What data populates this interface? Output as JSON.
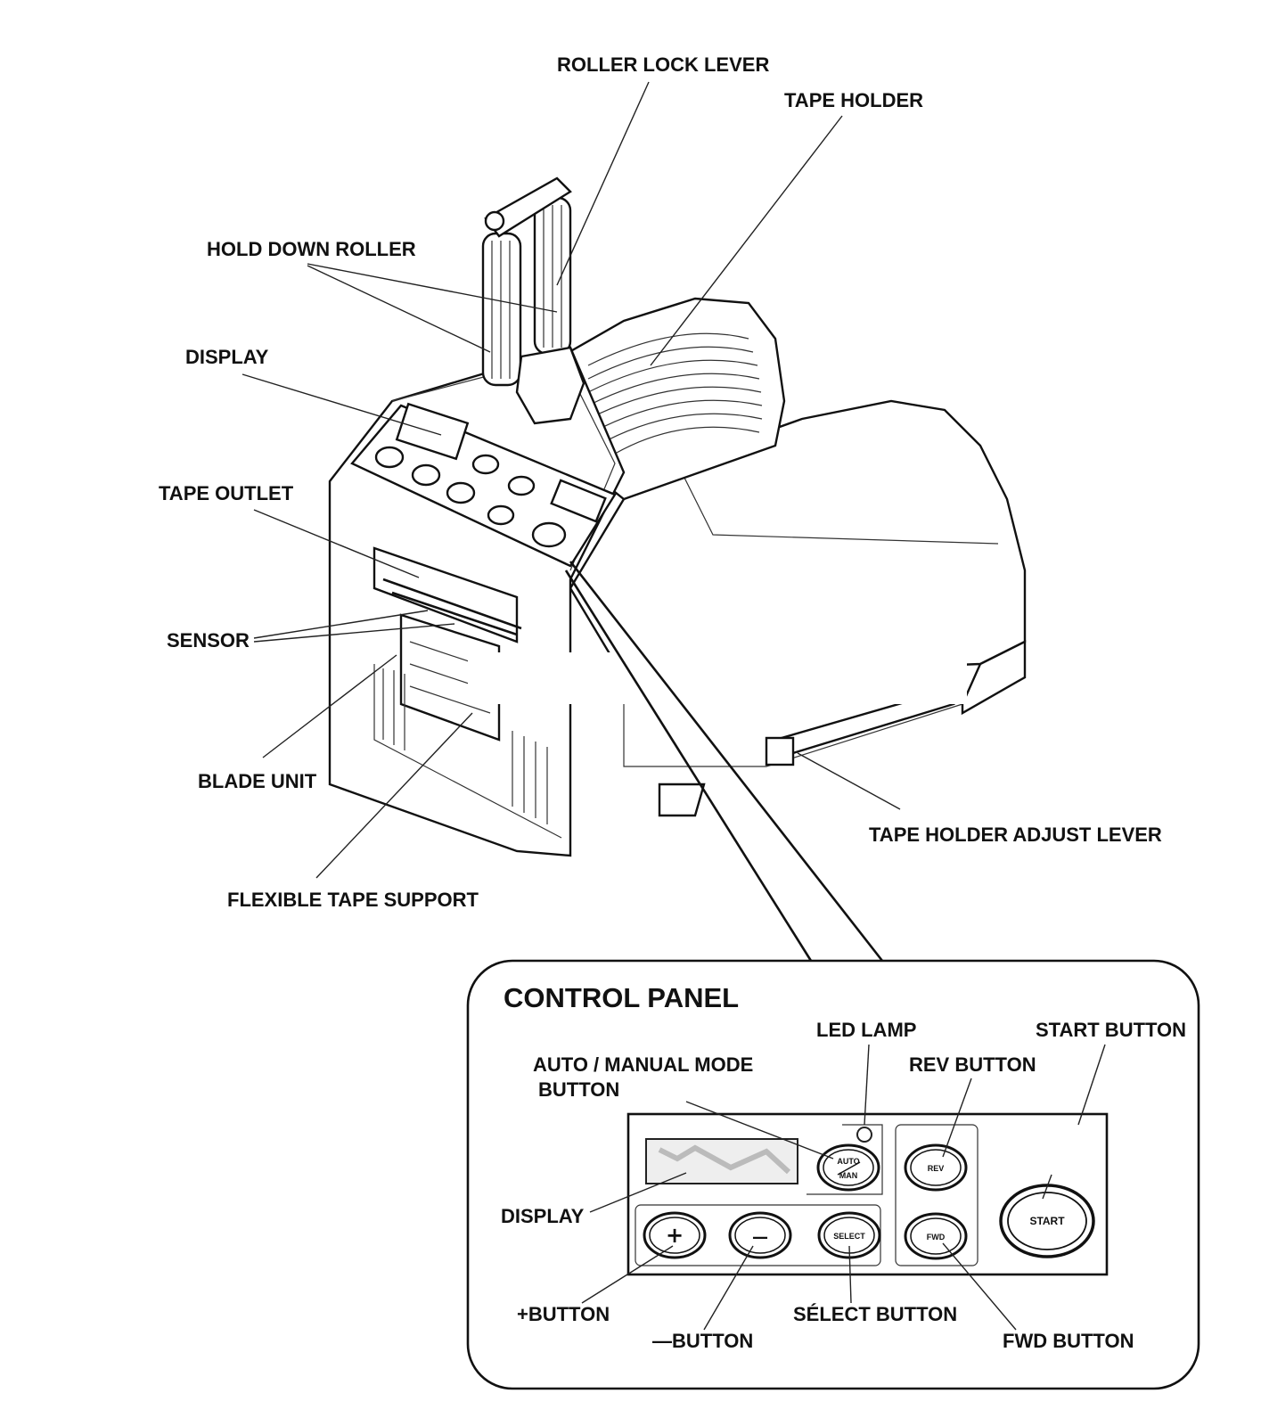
{
  "callouts": {
    "roller_lock_lever": "ROLLER LOCK LEVER",
    "tape_holder": "TAPE HOLDER",
    "hold_down_roller": "HOLD DOWN ROLLER",
    "display": "DISPLAY",
    "tape_outlet": "TAPE OUTLET",
    "sensor": "SENSOR",
    "blade_unit": "BLADE UNIT",
    "tape_holder_adjust_lever": "TAPE HOLDER ADJUST LEVER",
    "flexible_tape_support": "FLEXIBLE TAPE SUPPORT"
  },
  "control_panel": {
    "title": "CONTROL PANEL",
    "led_lamp": "LED LAMP",
    "start_button_label": "START BUTTON",
    "auto_manual_line1": "AUTO / MANUAL MODE",
    "auto_manual_line2": "BUTTON",
    "rev_button_label": "REV BUTTON",
    "display": "DISPLAY",
    "plus_button_label": "+BUTTON",
    "minus_button_label": "—BUTTON",
    "select_button_label": "SÉLECT BUTTON",
    "fwd_button_label": "FWD BUTTON",
    "buttons": {
      "auto_top": "AUTO",
      "auto_bottom": "MAN",
      "rev": "REV",
      "start": "START",
      "plus": "+",
      "minus": "—",
      "select": "SELECT",
      "fwd": "FWD"
    }
  }
}
